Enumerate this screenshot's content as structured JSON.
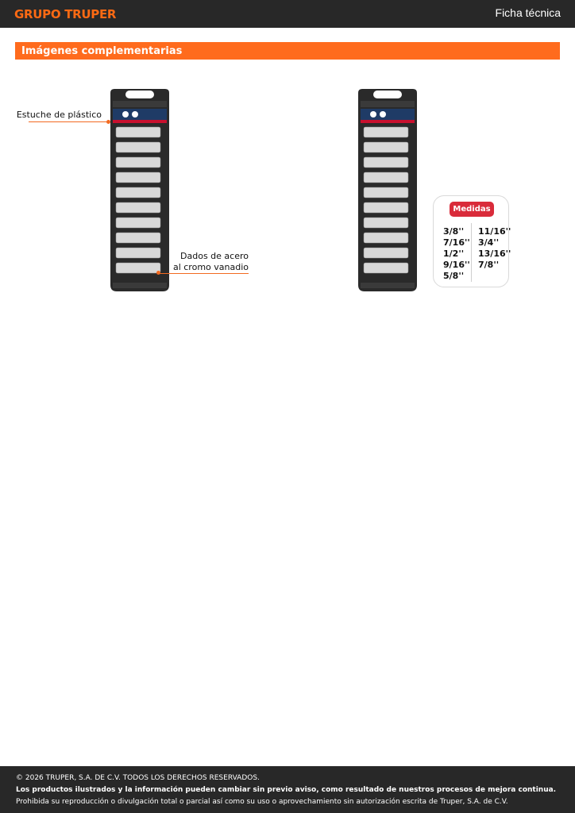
{
  "header": {
    "logo": "GRUPO TRUPER",
    "doc_type": "Ficha técnica"
  },
  "section": {
    "title": "Imágenes complementarias"
  },
  "figure_left": {
    "label_case": "Estuche de plástico",
    "label_sockets_line1": "Dados de acero",
    "label_sockets_line2": "al cromo vanadio"
  },
  "figure_right": {
    "measures_title": "Medidas",
    "col1": [
      "3/8''",
      "7/16''",
      "1/2''",
      "9/16''",
      "5/8''"
    ],
    "col2": [
      "11/16''",
      "3/4''",
      "13/16''",
      "7/8''"
    ]
  },
  "footer": {
    "copyright": "© 2026 TRUPER, S.A. DE C.V. TODOS LOS DERECHOS RESERVADOS.",
    "notice": "Los productos ilustrados y la información pueden cambiar sin previo aviso, como resultado de nuestros procesos de mejora continua.",
    "legal": "Prohibida su reproducción o divulgación total o parcial así como su uso o aprovechamiento sin autorización escrita de Truper, S.A. de C.V."
  },
  "colors": {
    "brand_orange": "#ff6b1d",
    "header_bg": "#282828",
    "measures_badge": "#d92b3a"
  }
}
